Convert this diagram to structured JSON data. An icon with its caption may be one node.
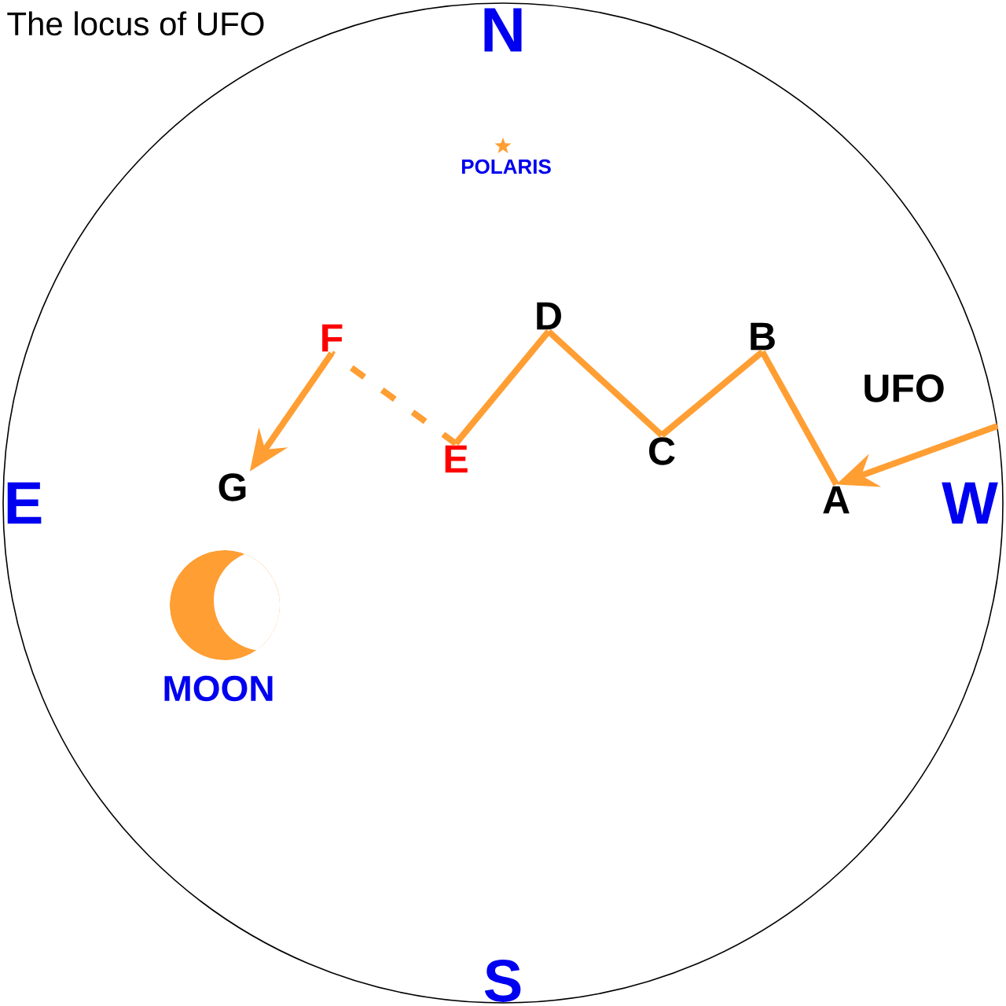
{
  "diagram": {
    "title": "The locus of UFO",
    "nodes": [
      {
        "text": [
          "UFO"
        ]
      },
      {
        "text": [
          "A"
        ]
      },
      {
        "text": [
          "B"
        ]
      },
      {
        "text": [
          "C"
        ]
      },
      {
        "text": [
          "D"
        ]
      },
      {
        "text": [
          "E"
        ]
      },
      {
        "text": [
          "F"
        ]
      },
      {
        "text": [
          "G"
        ]
      }
    ],
    "edges": [
      {
        "from": 0,
        "to": 1,
        "arrow": "to"
      },
      {
        "from": 1,
        "to": 2,
        "arrow": "none"
      },
      {
        "from": 2,
        "to": 3,
        "arrow": "none"
      },
      {
        "from": 3,
        "to": 4,
        "arrow": "none"
      },
      {
        "from": 4,
        "to": 5,
        "arrow": "none"
      },
      {
        "from": 5,
        "to": 6,
        "arrow": "none",
        "style": "dashed"
      },
      {
        "from": 6,
        "to": 7,
        "arrow": "to"
      }
    ],
    "labels": [
      "N",
      "POLARIS",
      "E",
      "W",
      "MOON",
      "S"
    ]
  }
}
